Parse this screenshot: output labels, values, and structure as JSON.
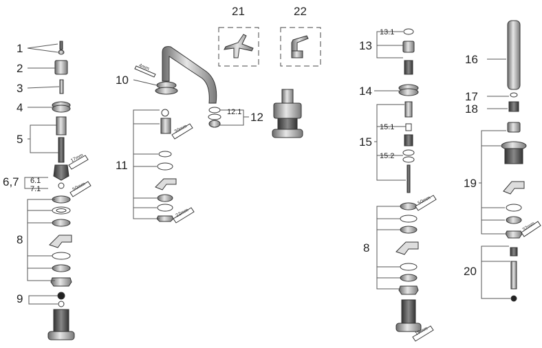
{
  "labels": {
    "l1": "1",
    "l2": "2",
    "l3": "3",
    "l4": "4",
    "l5": "5",
    "l67": "6,7",
    "l61": "6.1",
    "l71": "7.1",
    "l8a": "8",
    "l9": "9",
    "l10": "10",
    "l11": "11",
    "l12": "12",
    "l121": "12.1",
    "l21": "21",
    "l22": "22",
    "l131": "13.1",
    "l13": "13",
    "l14": "14",
    "l151": "15.1",
    "l15": "15",
    "l152": "15.2",
    "l8b": "8",
    "l16": "16",
    "l17": "17",
    "l18": "18",
    "l19": "19",
    "l20": "20"
  },
  "tools": {
    "t17": "17mm",
    "t50a": "50mm",
    "t4": "4mm",
    "t30": "30mm",
    "t22": "22mm",
    "t50b": "50mm",
    "t19": "19mm",
    "t32": "32mm"
  }
}
